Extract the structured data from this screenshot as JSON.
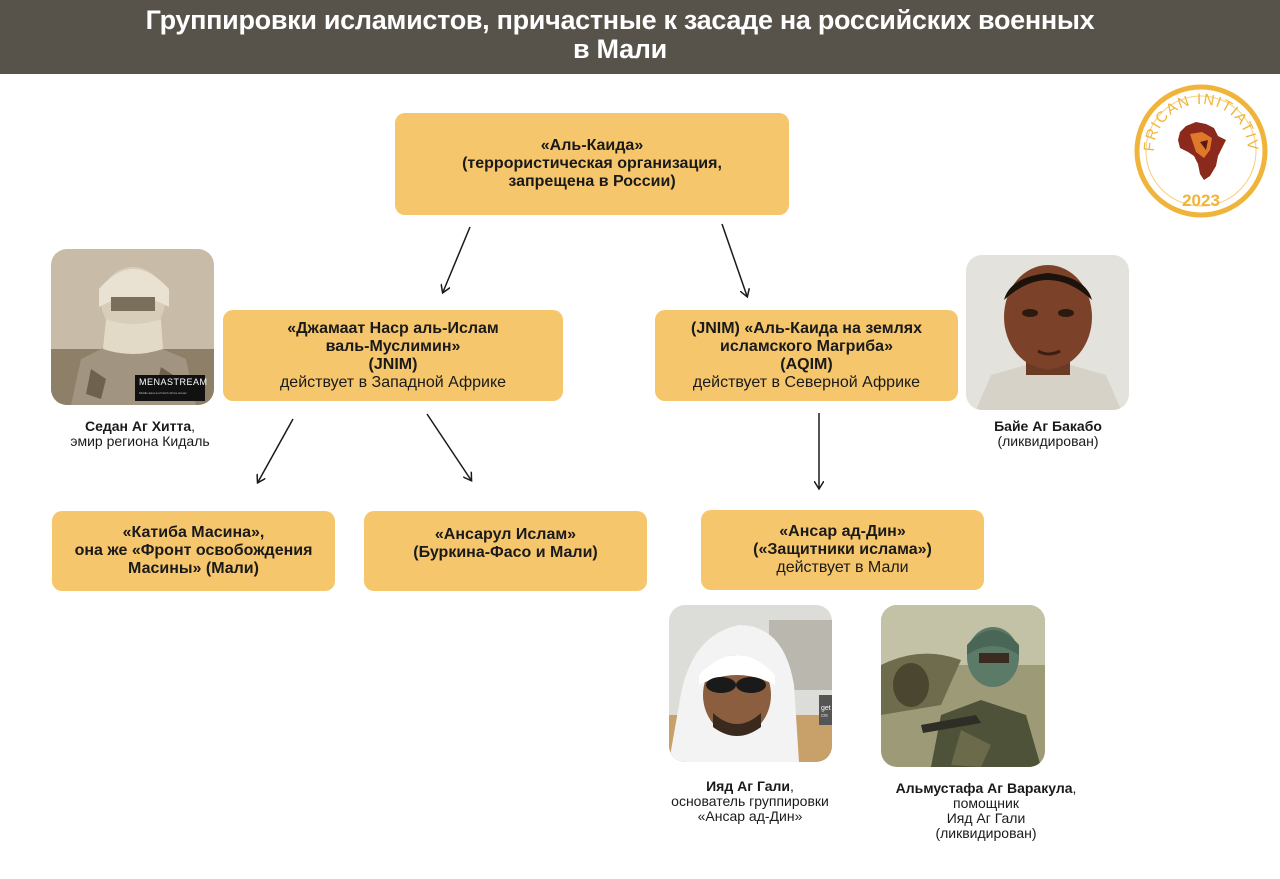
{
  "header": {
    "title_line1": "Группировки исламистов, причастные к засаде на российских военных",
    "title_line2": "в Мали"
  },
  "logo": {
    "text": "AFRICAN INITIATIVE",
    "year": "2023",
    "icon": "africa-map-icon"
  },
  "nodes": {
    "al_qaeda": {
      "line1": "«Аль-Каида»",
      "line2": "(террористическая организация,",
      "line3": "запрещена в России)"
    },
    "jnim": {
      "line1": "«Джамаат Наср аль-Ислам",
      "line2": "валь-Муслимин»",
      "line3": "(JNIM)",
      "line4": "действует в Западной Африке"
    },
    "aqim": {
      "line1": "(JNIM) «Аль-Каида на землях",
      "line2": "исламского Магриба»",
      "line3": "(AQIM)",
      "line4": "действует в Северной Африке"
    },
    "katiba": {
      "line1": "«Катиба Масина»,",
      "line2": "она же «Фронт освобождения",
      "line3": "Масины» (Мали)"
    },
    "ansarul": {
      "line1": "«Ансарул Ислам»",
      "line2": "(Буркина-Фасо и Мали)"
    },
    "ansar_dine": {
      "line1": "«Ансар ад-Дин»",
      "line2": "(«Защитники ислама»)",
      "line3": "действует в Мали"
    }
  },
  "people": {
    "sedan": {
      "name": "Седан Аг Хитта",
      "sep": ",",
      "role1": "эмир региона Кидаль",
      "watermark": "MENASTREAM",
      "watermark_sub": "Middle East and North Africa stream"
    },
    "baye": {
      "name": "Байе Аг Бакабо",
      "role1": "(ликвидирован)"
    },
    "iyad": {
      "name": "Ияд Аг Гали",
      "sep": ",",
      "role1": "основатель группировки",
      "role2": "«Ансар ад-Дин»",
      "watermark": "get",
      "watermark_sub": "cre"
    },
    "almustafa": {
      "name": "Альмустафа Аг Варакула",
      "sep": ",",
      "role1": "помощник",
      "role2": "Ияд Аг Гали",
      "role3": "(ликвидирован)"
    }
  },
  "colors": {
    "header_bg": "#57524a",
    "box_fill": "#f5c66b",
    "logo_gold": "#f0b43a",
    "logo_map": "#8b2a1c"
  }
}
